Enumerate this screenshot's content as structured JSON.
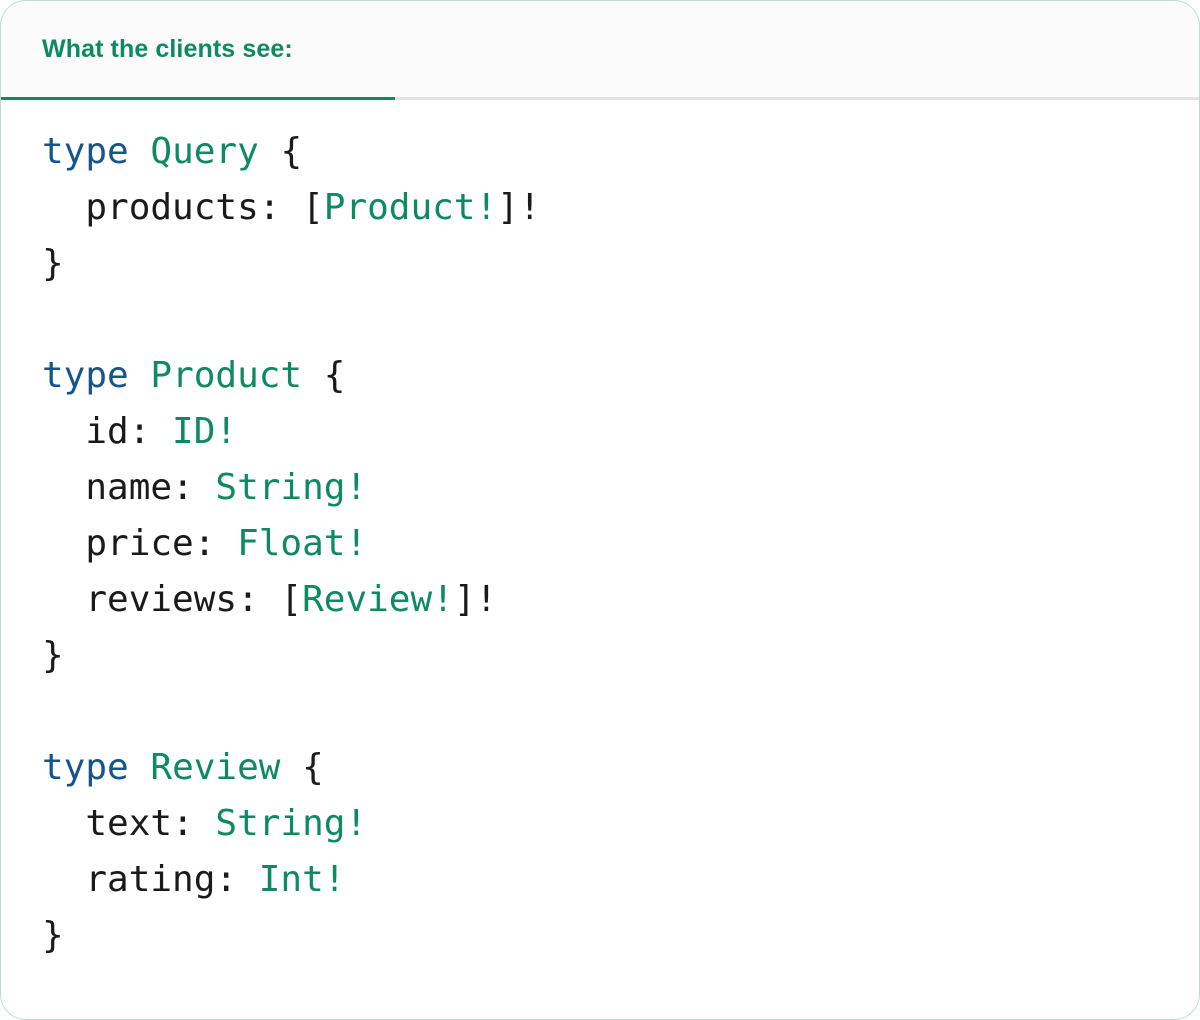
{
  "card": {
    "accent_color": "#0e8a62",
    "keyword_color": "#15558c",
    "punctuation_color": "#1a1a1a",
    "header_bg": "#fbfbfb",
    "body_bg": "#ffffff",
    "border_color": "#b9dfcd"
  },
  "tabs": [
    {
      "label": "What the clients see:",
      "active": true
    }
  ],
  "code": {
    "language": "graphql",
    "lines": [
      {
        "tokens": [
          {
            "t": "type",
            "c": "kw"
          },
          {
            "t": " ",
            "c": "pn"
          },
          {
            "t": "Query",
            "c": "tn"
          },
          {
            "t": " {",
            "c": "pn"
          }
        ]
      },
      {
        "tokens": [
          {
            "t": "  products: [",
            "c": "pn"
          },
          {
            "t": "Product!",
            "c": "tn"
          },
          {
            "t": "]!",
            "c": "pn"
          }
        ]
      },
      {
        "tokens": [
          {
            "t": "}",
            "c": "pn"
          }
        ]
      },
      {
        "tokens": []
      },
      {
        "tokens": [
          {
            "t": "type",
            "c": "kw"
          },
          {
            "t": " ",
            "c": "pn"
          },
          {
            "t": "Product",
            "c": "tn"
          },
          {
            "t": " {",
            "c": "pn"
          }
        ]
      },
      {
        "tokens": [
          {
            "t": "  id: ",
            "c": "pn"
          },
          {
            "t": "ID!",
            "c": "tn"
          }
        ]
      },
      {
        "tokens": [
          {
            "t": "  name: ",
            "c": "pn"
          },
          {
            "t": "String!",
            "c": "tn"
          }
        ]
      },
      {
        "tokens": [
          {
            "t": "  price: ",
            "c": "pn"
          },
          {
            "t": "Float!",
            "c": "tn"
          }
        ]
      },
      {
        "tokens": [
          {
            "t": "  reviews: [",
            "c": "pn"
          },
          {
            "t": "Review!",
            "c": "tn"
          },
          {
            "t": "]!",
            "c": "pn"
          }
        ]
      },
      {
        "tokens": [
          {
            "t": "}",
            "c": "pn"
          }
        ]
      },
      {
        "tokens": []
      },
      {
        "tokens": [
          {
            "t": "type",
            "c": "kw"
          },
          {
            "t": " ",
            "c": "pn"
          },
          {
            "t": "Review",
            "c": "tn"
          },
          {
            "t": " {",
            "c": "pn"
          }
        ]
      },
      {
        "tokens": [
          {
            "t": "  text: ",
            "c": "pn"
          },
          {
            "t": "String!",
            "c": "tn"
          }
        ]
      },
      {
        "tokens": [
          {
            "t": "  rating: ",
            "c": "pn"
          },
          {
            "t": "Int!",
            "c": "tn"
          }
        ]
      },
      {
        "tokens": [
          {
            "t": "}",
            "c": "pn"
          }
        ]
      }
    ],
    "plain_text": "type Query {\n  products: [Product!]!\n}\n\ntype Product {\n  id: ID!\n  name: String!\n  price: Float!\n  reviews: [Review!]!\n}\n\ntype Review {\n  text: String!\n  rating: Int!\n}"
  }
}
